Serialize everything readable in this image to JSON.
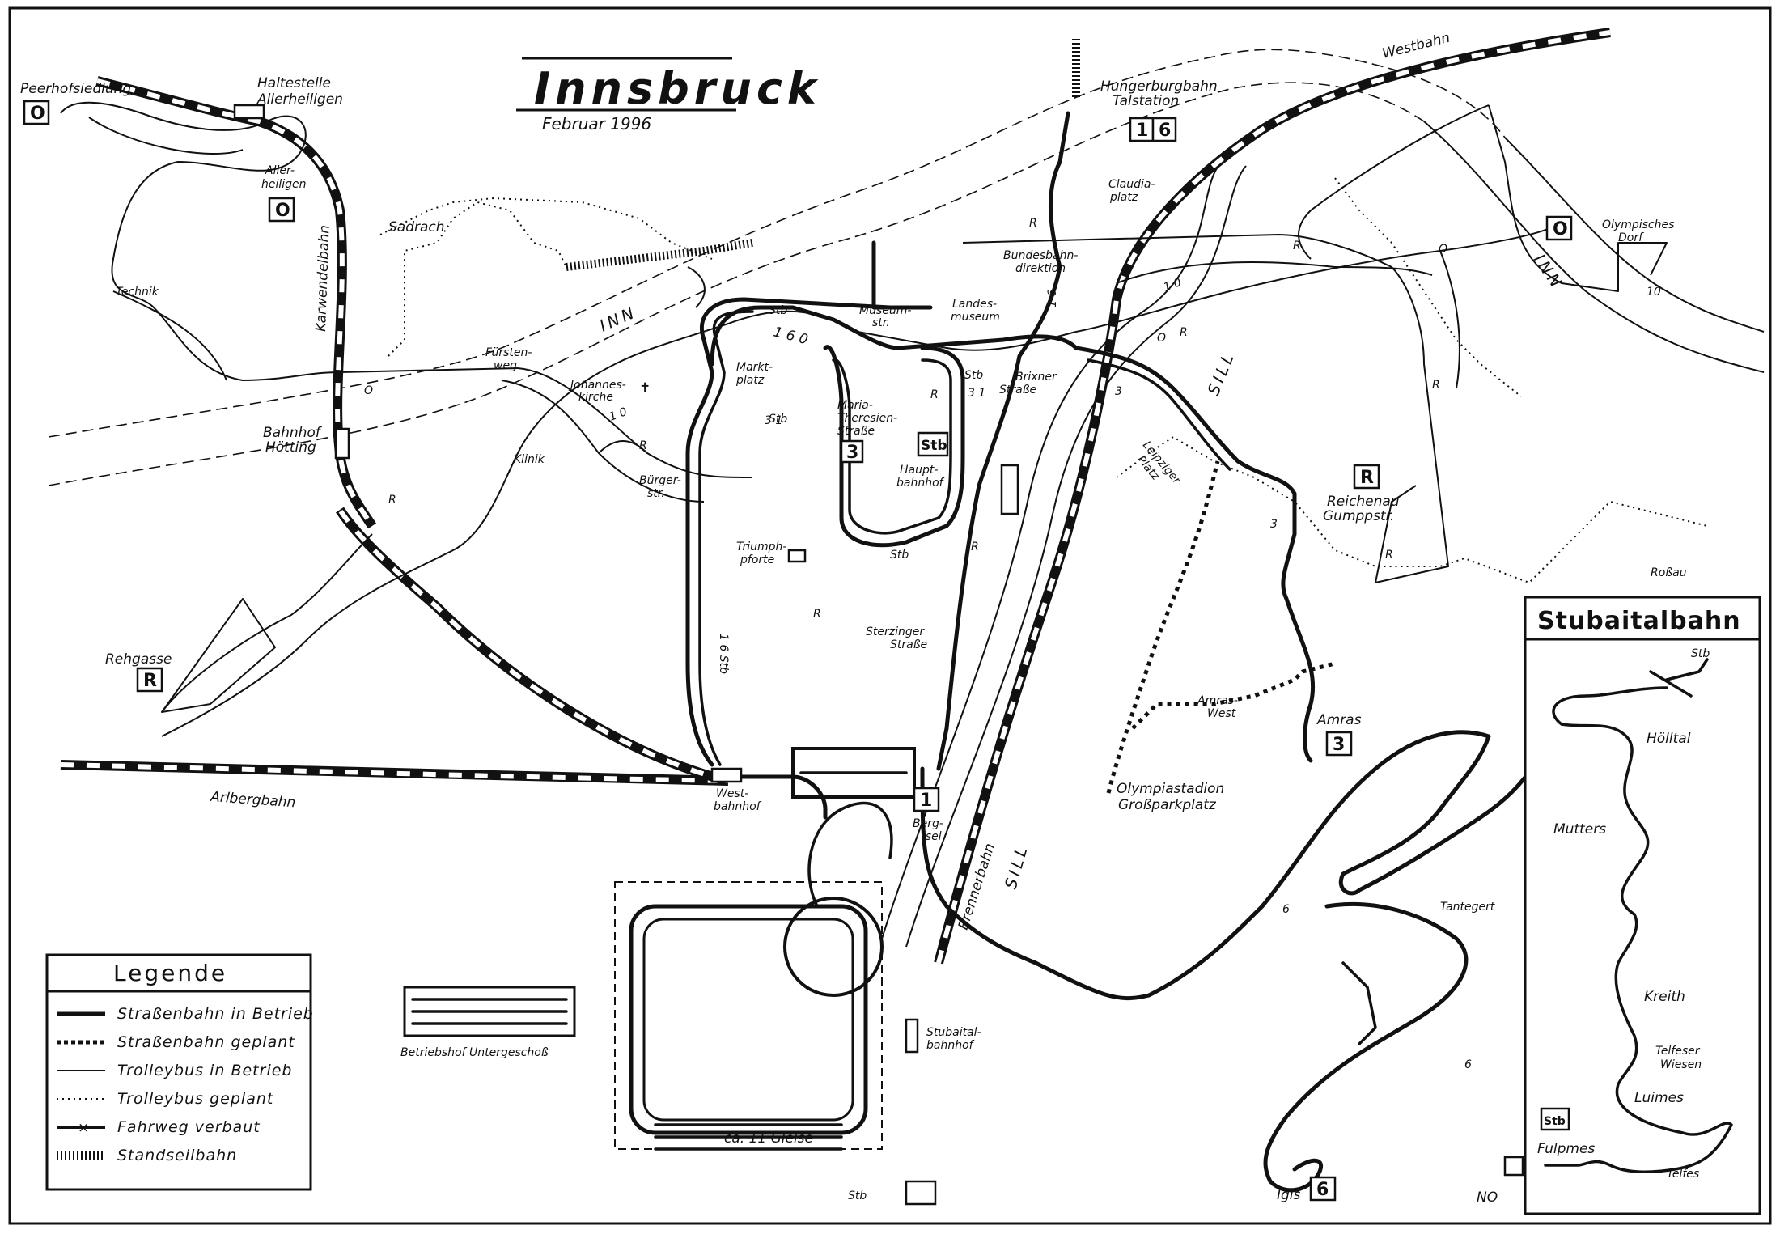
{
  "title": "Innsbruck",
  "subtitle": "Februar 1996",
  "signature": "NO",
  "legend": {
    "title": "Legende",
    "items": [
      "Straßenbahn in Betrieb",
      "Straßenbahn geplant",
      "Trolleybus in Betrieb",
      "Trolleybus geplant",
      "Fahrweg verbaut",
      "Standseilbahn"
    ]
  },
  "inset": {
    "title": "Stubaitalbahn",
    "labels": [
      "Stb",
      "Hölltal",
      "Mutters",
      "Kreith",
      "Telfeser",
      "Wiesen",
      "Luimes",
      "Fulpmes",
      "Telfes"
    ],
    "badge": "Stb"
  },
  "railways": [
    "Westbahn",
    "Arlbergbahn",
    "Brennerbahn",
    "Karwendelbahn"
  ],
  "rivers": [
    "INN",
    "INN",
    "SILL",
    "SILL"
  ],
  "places": {
    "peerhofsiedlung": "Peerhofsiedlung",
    "haltestelle_1": "Haltestelle",
    "haltestelle_2": "Allerheiligen",
    "allerheiligen_1": "Aller-",
    "allerheiligen_2": "heiligen",
    "sadrach": "Sadrach",
    "technik": "Technik",
    "fuerstenweg_1": "Fürsten-",
    "fuerstenweg_2": "weg",
    "johanneskirche_1": "Johannes-",
    "johanneskirche_2": "kirche",
    "bahnhof_hoetting_1": "Bahnhof",
    "bahnhof_hoetting_2": "Hötting",
    "klinik": "Klinik",
    "rehgasse": "Rehgasse",
    "marktplatz_1": "Markt-",
    "marktplatz_2": "platz",
    "buergerstr_1": "Bürger-",
    "buergerstr_2": "str.",
    "mts_1": "Maria-",
    "mts_2": "Theresien-",
    "mts_3": "Straße",
    "hbf_1": "Haupt-",
    "hbf_2": "bahnhof",
    "triumph_1": "Triumph-",
    "triumph_2": "pforte",
    "sterzinger_1": "Sterzinger",
    "sterzinger_2": "Straße",
    "museumstr_1": "Museum-",
    "museumstr_2": "str.",
    "landesmuseum_1": "Landes-",
    "landesmuseum_2": "museum",
    "brixner_1": "Brixner",
    "brixner_2": "Straße",
    "bundesbahndir_1": "Bundesbahn-",
    "bundesbahndir_2": "direktion",
    "claudiaplatz_1": "Claudia-",
    "claudiaplatz_2": "platz",
    "hungerburg_1": "Hungerburgbahn",
    "hungerburg_2": "Talstation",
    "olympisches_1": "Olympisches",
    "olympisches_2": "Dorf",
    "leipziger_1": "Leipziger",
    "leipziger_2": "Platz",
    "reichenau_1": "Reichenau",
    "reichenau_2": "Gumppstr.",
    "rossau": "Roßau",
    "amras_west_1": "Amras-",
    "amras_west_2": "West",
    "amras": "Amras",
    "olympiastadion_1": "Olympiastadion",
    "olympiastadion_2": "Großparkplatz",
    "westbahnhof_1": "West-",
    "westbahnhof_2": "bahnhof",
    "bergisel_1": "Berg-",
    "bergisel_2": "isel",
    "tantegert": "Tantegert",
    "igls": "Igls",
    "betriebshof": "Betriebshof Untergeschoß",
    "stubaitalbahnhof_1": "Stubaital-",
    "stubaitalbahnhof_2": "bahnhof",
    "gleise": "ca. 11 Gleise",
    "stb": "Stb"
  },
  "route_markers": {
    "o": "O",
    "r": "R",
    "one": "1",
    "three": "3",
    "six": "6",
    "ten": "10",
    "stb": "Stb",
    "route_160": "1 6 0",
    "route_16": "1 6",
    "route_16stb": "1 6 Stb",
    "route_31": "3 1",
    "route_10": "1 0",
    "route_6": "6"
  },
  "terminal_badges": {
    "peerhofsiedlung": "O",
    "allerheiligen": "O",
    "hungerburg_1": "1",
    "hungerburg_6": "6",
    "olympisches_dorf": "O",
    "maria_theresien": "3",
    "hauptbahnhof": "Stb",
    "rehgasse": "R",
    "reichenau": "R",
    "amras": "3",
    "bergisel": "1",
    "igls": "6"
  }
}
